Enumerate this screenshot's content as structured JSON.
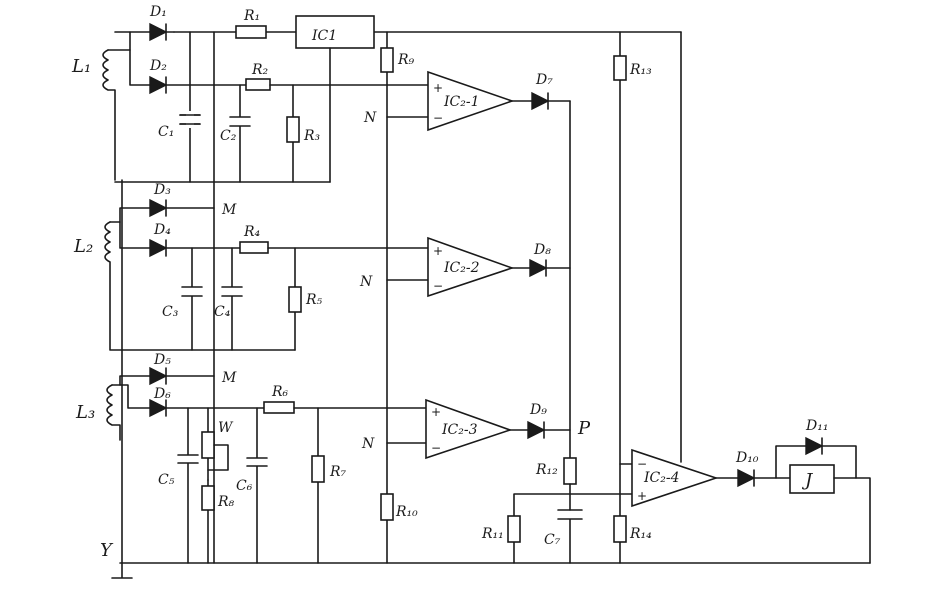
{
  "labels": {
    "L1": "L₁",
    "L2": "L₂",
    "L3": "L₃",
    "D1": "D₁",
    "D2": "D₂",
    "D3": "D₃",
    "D4": "D₄",
    "D5": "D₅",
    "D6": "D₆",
    "D7": "D₇",
    "D8": "D₈",
    "D9": "D₉",
    "D10": "D₁₀",
    "D11": "D₁₁",
    "R1": "R₁",
    "R2": "R₂",
    "R3": "R₃",
    "R4": "R₄",
    "R5": "R₅",
    "R6": "R₆",
    "R7": "R₇",
    "R8": "R₈",
    "R9": "R₉",
    "R10": "R₁₀",
    "R11": "R₁₁",
    "R12": "R₁₂",
    "R13": "R₁₃",
    "R14": "R₁₄",
    "C1": "C₁",
    "C2": "C₂",
    "C3": "C₃",
    "C4": "C₄",
    "C5": "C₅",
    "C6": "C₆",
    "C7": "C₇",
    "IC1": "IC1",
    "IC2_1": "IC₂-1",
    "IC2_2": "IC₂-2",
    "IC2_3": "IC₂-3",
    "IC2_4": "IC₂-4",
    "J": "J",
    "W": "W",
    "M": "M",
    "N": "N",
    "P": "P",
    "Y": "Y",
    "plus": "+",
    "minus": "−"
  }
}
